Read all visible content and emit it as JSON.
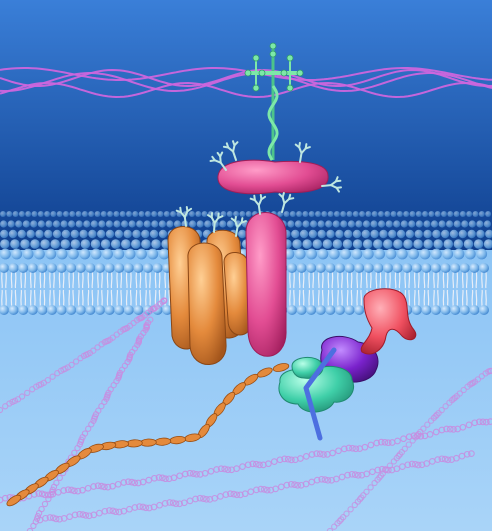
{
  "colors": {
    "sky_top": "#3a7fd8",
    "sky_bottom": "#0f3f8e",
    "cytoplasm_top": "#8cc4f5",
    "cytoplasm_bottom": "#a9d4f8",
    "lipid_head": "#7fb8ea",
    "lipid_head_dark": "#3f85cf",
    "lipid_tail": "#e8eef8",
    "fiber_wave": "#cc66dd",
    "bead_chain": "#c78de0",
    "orange_protein": "#e48a3c",
    "pink_protein": "#e24d93",
    "green_protein": "#3fcfa8",
    "purple_protein": "#7a22cc",
    "red_protein": "#f05060",
    "blue_rod": "#4d6fe0",
    "glycan": "#bfe7e0",
    "helix_green": "#7de8a8"
  },
  "parts": {
    "extracellular_fibers": "wave-fibers",
    "membrane": "lipid-bilayer",
    "receptor_complex": "orange-subunits",
    "glycoprotein": "pink-glycoprotein",
    "adaptor_proteins": "green-purple-red-cluster",
    "filament": "orange-bead-filament",
    "cytoskeleton": "bead-chains"
  }
}
